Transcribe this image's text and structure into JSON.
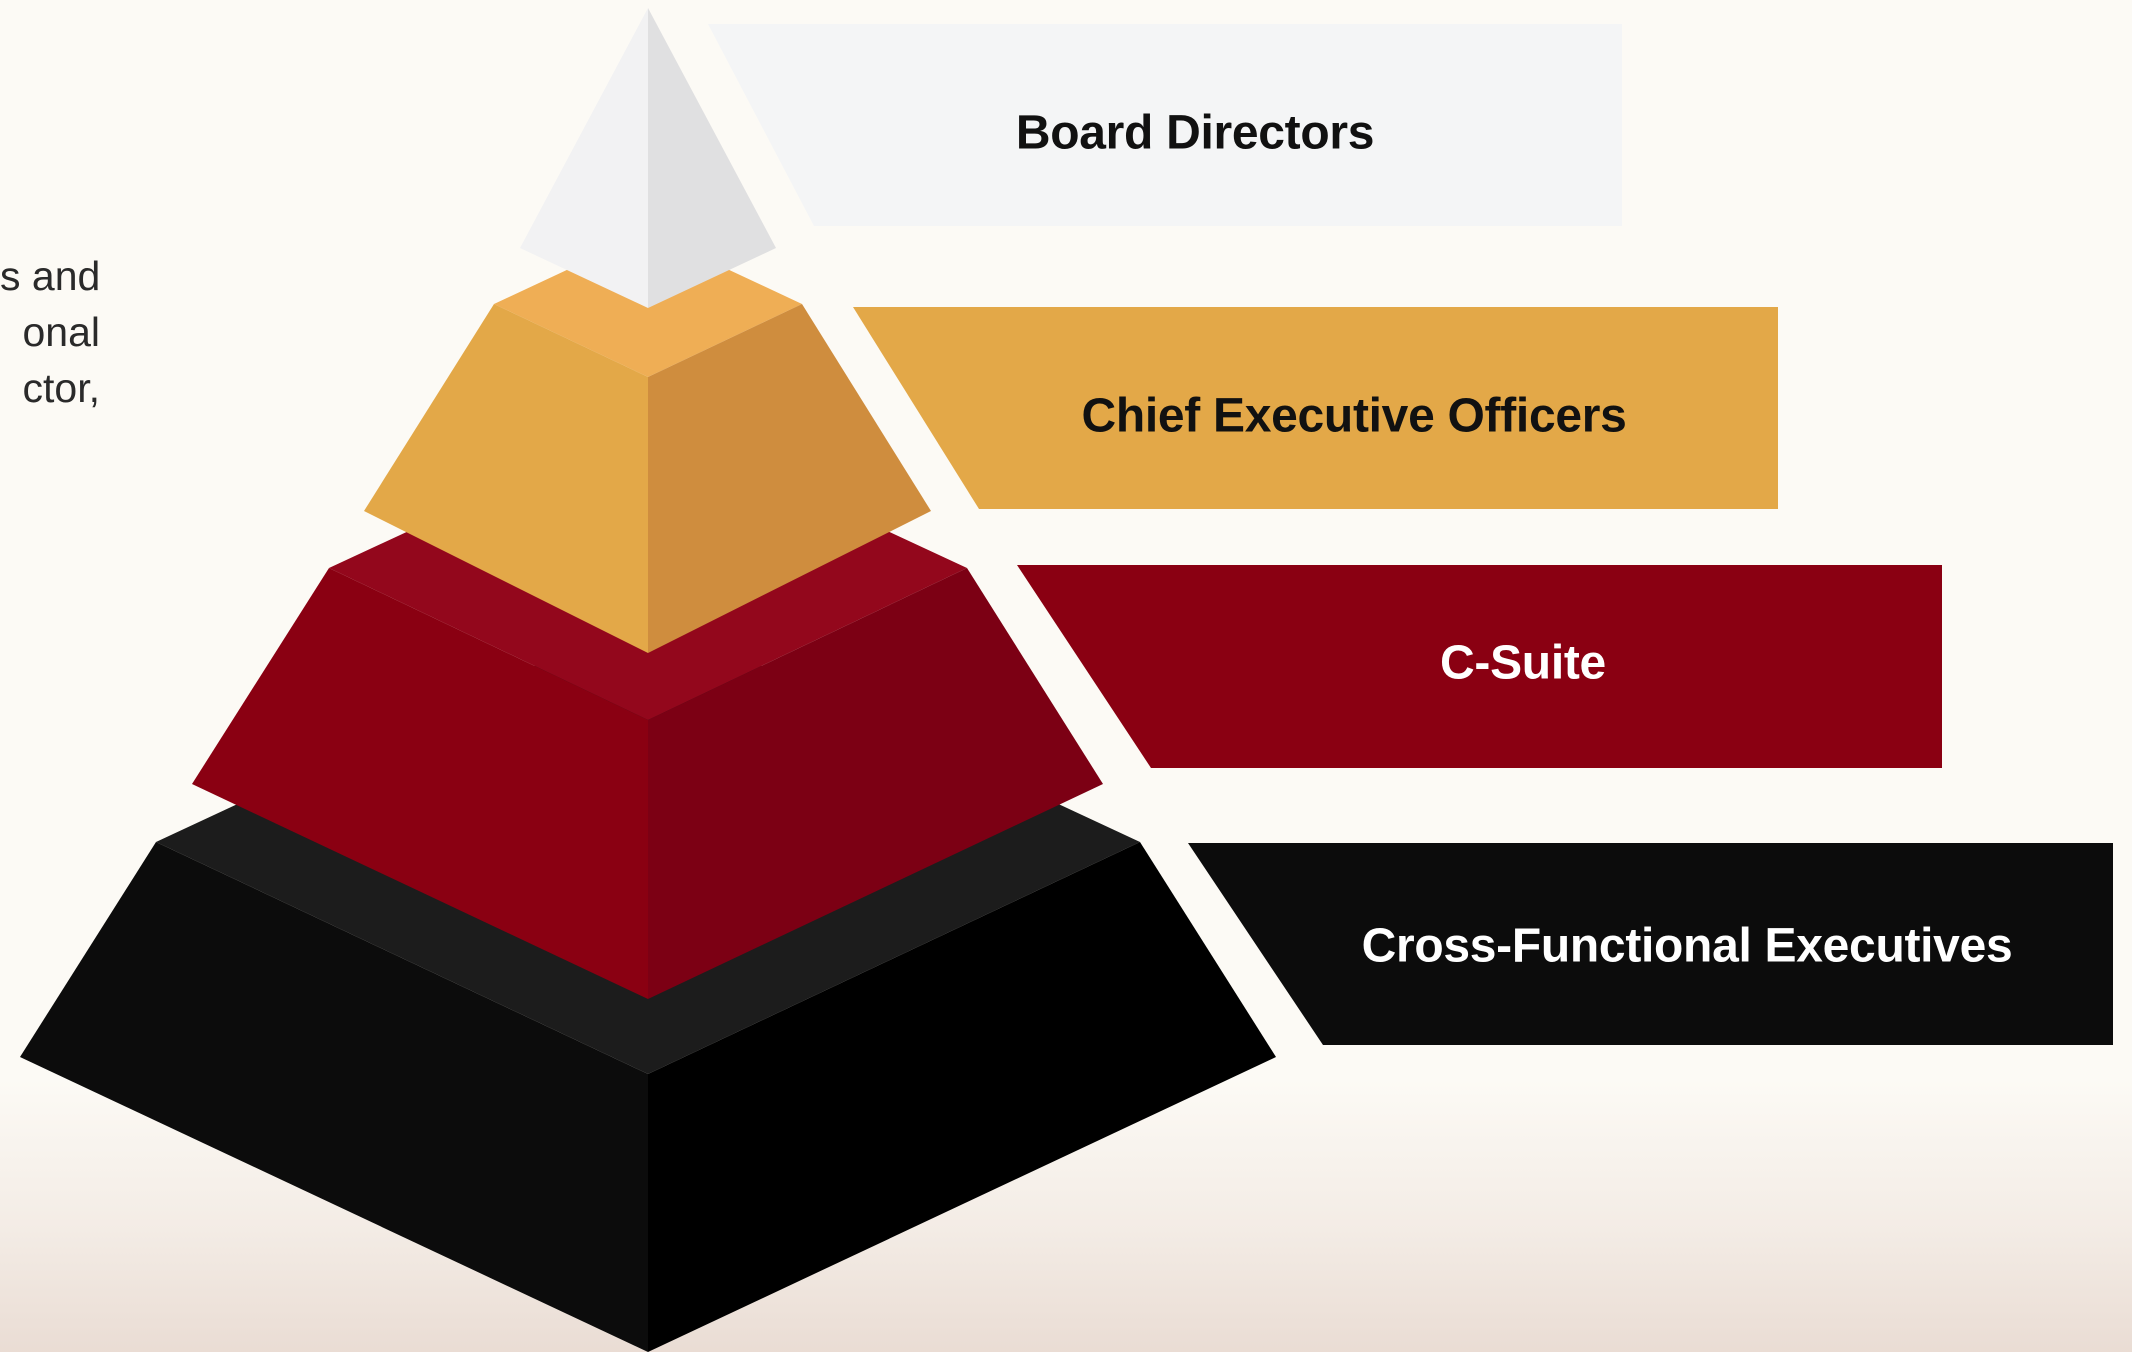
{
  "side_text": {
    "lines": [
      "s and",
      "onal",
      "ctor,"
    ]
  },
  "tiers": [
    {
      "label": "Board Directors",
      "color": "#f4f5f6",
      "text_color": "#111111"
    },
    {
      "label": "Chief Executive Officers",
      "color": "#e3a848",
      "text_color": "#111111"
    },
    {
      "label": "C-Suite",
      "color": "#8a0012",
      "text_color": "#ffffff"
    },
    {
      "label": "Cross-Functional Executives",
      "color": "#0c0c0c",
      "text_color": "#ffffff"
    }
  ],
  "pyramid_colors": {
    "tier1": {
      "left": "#f2f2f3",
      "right": "#e0e0e1"
    },
    "tier2": {
      "top": "#efae55",
      "left": "#e3a848",
      "right": "#cf8d3e"
    },
    "tier3": {
      "top": "#93071c",
      "left": "#8a0012",
      "right": "#7c0014"
    },
    "tier4": {
      "top": "#1c1c1c",
      "left": "#0c0c0c",
      "right": "#000000"
    }
  }
}
